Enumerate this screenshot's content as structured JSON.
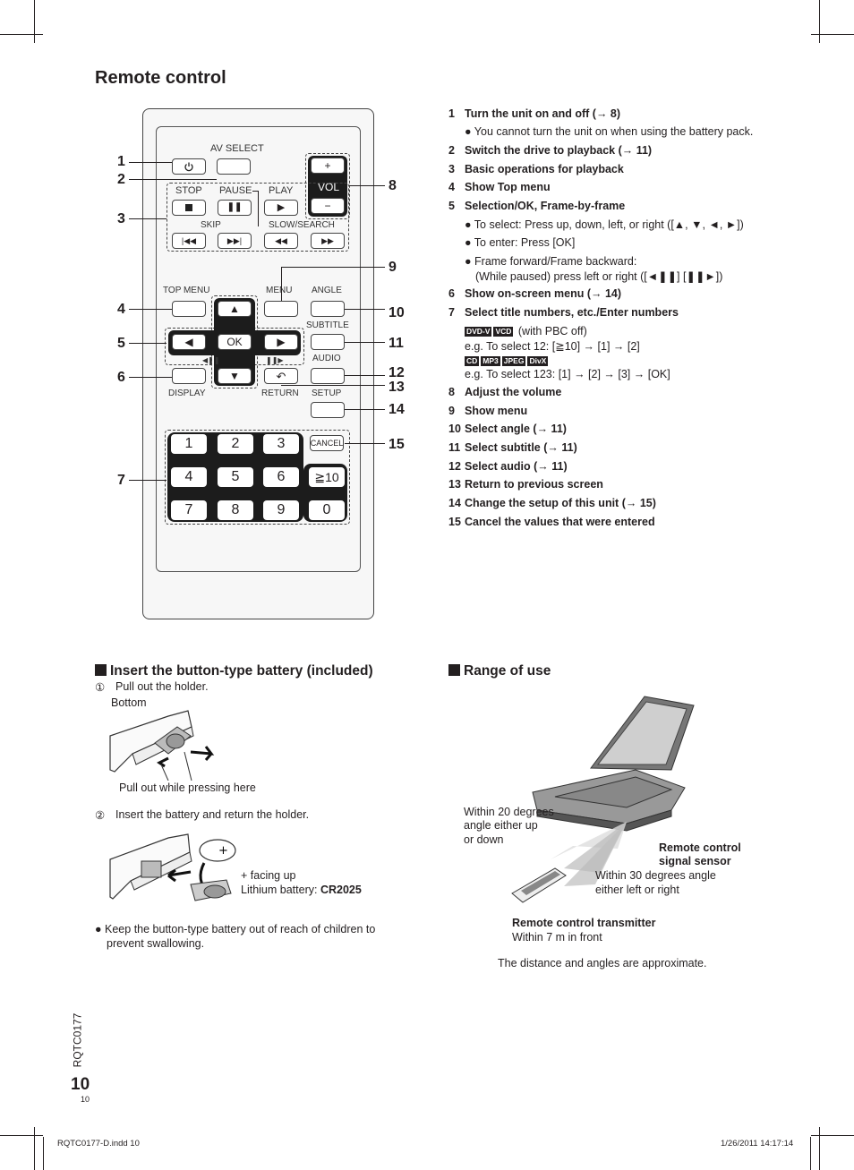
{
  "page": {
    "title": "Remote control",
    "page_number": "10",
    "page_number_small": "10",
    "doc_code": "RQTC0177",
    "footer_left": "RQTC0177-D.indd   10",
    "footer_right": "1/26/2011   14:17:14"
  },
  "remote": {
    "labels": {
      "av_select": "AV SELECT",
      "vol": "VOL",
      "stop": "STOP",
      "pause": "PAUSE",
      "play": "PLAY",
      "skip": "SKIP",
      "slow_search": "SLOW/SEARCH",
      "top_menu": "TOP MENU",
      "menu": "MENU",
      "angle": "ANGLE",
      "subtitle": "SUBTITLE",
      "audio": "AUDIO",
      "display": "DISPLAY",
      "return": "RETURN",
      "setup": "SETUP",
      "ok": "OK",
      "cancel": "CANCEL",
      "plus": "+",
      "minus": "−"
    },
    "keypad": [
      "1",
      "2",
      "3",
      "4",
      "5",
      "6",
      "≧10",
      "7",
      "8",
      "9",
      "0"
    ],
    "callouts": [
      "1",
      "2",
      "3",
      "4",
      "5",
      "6",
      "7",
      "8",
      "9",
      "10",
      "11",
      "12",
      "13",
      "14",
      "15"
    ]
  },
  "functions": {
    "items": [
      {
        "num": "1",
        "text": "Turn the unit on and off (→ 8)"
      },
      {
        "num": "2",
        "text": "Switch the drive to playback (→ 11)"
      },
      {
        "num": "3",
        "text": "Basic operations for playback"
      },
      {
        "num": "4",
        "text": "Show Top menu"
      },
      {
        "num": "5",
        "text": "Selection/OK, Frame-by-frame"
      },
      {
        "num": "6",
        "text": "Show on-screen menu (→ 14)"
      },
      {
        "num": "7",
        "text": "Select title numbers, etc./Enter numbers"
      },
      {
        "num": "8",
        "text": "Adjust the volume"
      },
      {
        "num": "9",
        "text": "Show menu"
      },
      {
        "num": "10",
        "text": "Select angle (→ 11)"
      },
      {
        "num": "11",
        "text": "Select subtitle (→ 11)"
      },
      {
        "num": "12",
        "text": "Select audio (→ 11)"
      },
      {
        "num": "13",
        "text": "Return to previous screen"
      },
      {
        "num": "14",
        "text": "Change the setup of this unit (→ 15)"
      },
      {
        "num": "15",
        "text": "Cancel the values that were entered"
      }
    ],
    "note_1": "● You cannot turn the unit on when using the battery pack.",
    "note_5a": "● To select: Press up, down, left, or right ([▲, ▼, ◄, ►])",
    "note_5b": "● To enter: Press [OK]",
    "note_5c": "● Frame forward/Frame backward:",
    "note_5d": "(While paused) press left or right ([◄❚❚] [❚❚►])",
    "tags_a": [
      "DVD-V",
      "VCD"
    ],
    "note_7a": "(with PBC off)",
    "note_7b": "e.g. To select 12: [≧10] → [1] → [2]",
    "tags_b": [
      "CD",
      "MP3",
      "JPEG",
      "DivX"
    ],
    "note_7c": "e.g. To select 123: [1] → [2] → [3] → [OK]"
  },
  "battery": {
    "heading": "Insert the button-type battery (included)",
    "step1_num": "①",
    "step1": "Pull out the holder.",
    "bottom": "Bottom",
    "pull_caption": "Pull out while pressing here",
    "step2_num": "②",
    "step2": "Insert the battery and return the holder.",
    "facing": "+ facing up",
    "lithium_prefix": "Lithium battery: ",
    "lithium_model": "CR2025",
    "warning": "●  Keep the button-type battery out of reach of children to",
    "warning2": "prevent swallowing."
  },
  "range": {
    "heading": "Range of use",
    "vertical_1": "Within 20 degrees",
    "vertical_2": "angle either up",
    "vertical_3": "or down",
    "sensor_1": "Remote control",
    "sensor_2": "signal sensor",
    "horizontal_1": "Within 30 degrees angle",
    "horizontal_2": "either left or right",
    "transmitter": "Remote control transmitter",
    "distance": "Within 7 m in front",
    "approx": "The distance and angles are approximate."
  }
}
